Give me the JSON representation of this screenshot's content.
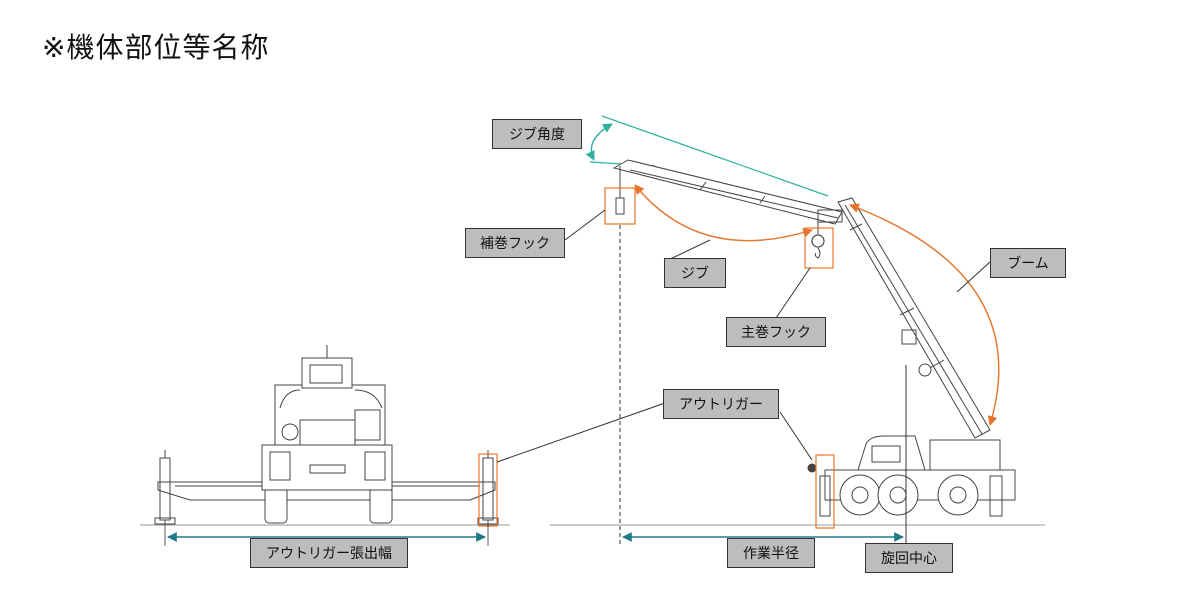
{
  "title": "※機体部位等名称",
  "labels": {
    "jib_angle": "ジブ角度",
    "aux_hook": "補巻フック",
    "jib": "ジブ",
    "boom": "ブーム",
    "main_hook": "主巻フック",
    "outrigger": "アウトリガー",
    "outrigger_width": "アウトリガー張出幅",
    "working_radius": "作業半径",
    "swing_center": "旋回中心"
  },
  "colors": {
    "jib_angle_line": "#2bb3a0",
    "highlight": "#e8742a",
    "dimension": "#1f7a87",
    "label_fill": "#bdbdbd",
    "machine": "#444444"
  }
}
